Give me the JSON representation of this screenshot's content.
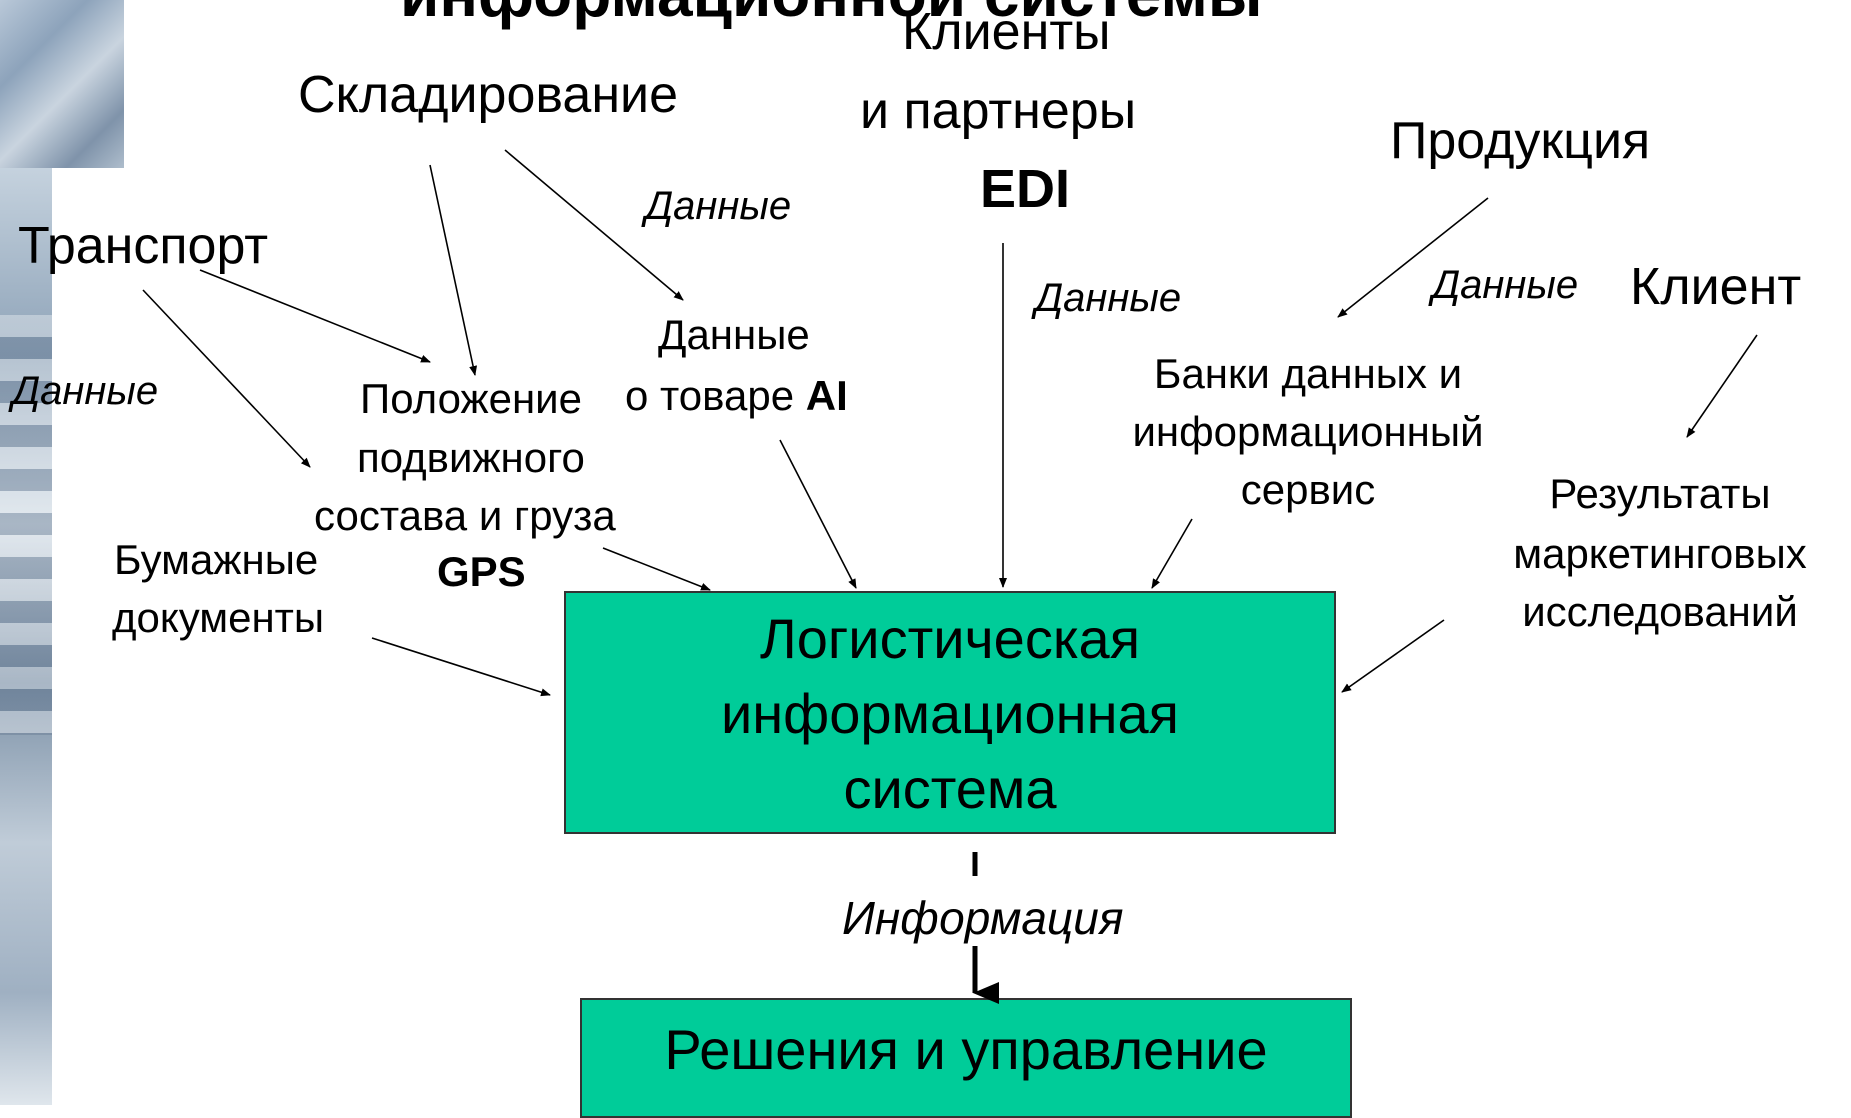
{
  "title": "информационной системы",
  "nodes": {
    "clients_partners": {
      "line1": "Клиенты",
      "line2": "и партнеры",
      "tag": "EDI"
    },
    "warehousing": "Складирование",
    "products": "Продукция",
    "transport": "Транспорт",
    "client": "Клиент",
    "product_data": {
      "line1": "Данные",
      "line2": "о товаре",
      "tag": "AI"
    },
    "position": {
      "line1": "Положение",
      "line2": "подвижного",
      "line3": "состава и груза",
      "tag": "GPS"
    },
    "data_banks": {
      "line1": "Банки данных и",
      "line2": "информационный",
      "line3": "сервис"
    },
    "marketing": {
      "line1": "Результаты",
      "line2": "маркетинговых",
      "line3": "исследований"
    },
    "paper_docs": {
      "line1": "Бумажные",
      "line2": "документы"
    }
  },
  "edge_labels": {
    "data_1": "Данные",
    "data_2": "Данные",
    "data_3": "Данные",
    "data_4": "Данные",
    "information": "Информация"
  },
  "main_box": {
    "line1": "Логистическая",
    "line2": "информационная",
    "line3": "система",
    "color": "#00cc99"
  },
  "decision_box": {
    "label": "Решения и управление",
    "color": "#00cc99"
  }
}
